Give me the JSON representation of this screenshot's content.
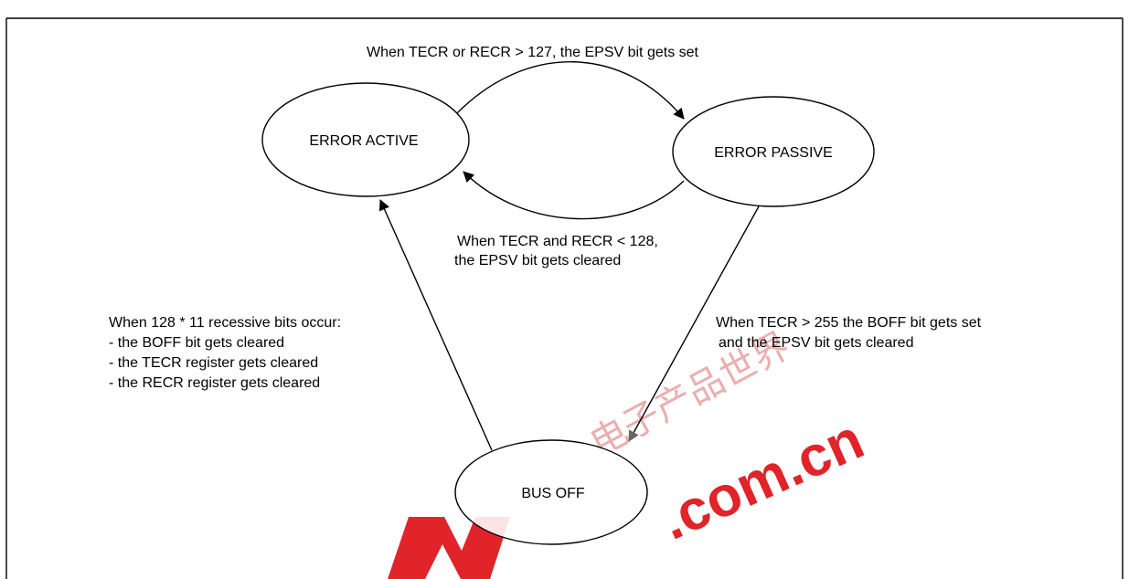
{
  "diagram": {
    "states": {
      "error_active": "ERROR ACTIVE",
      "error_passive": "ERROR PASSIVE",
      "bus_off": "BUS OFF"
    },
    "transitions": {
      "active_to_passive": "When TECR or RECR > 127, the EPSV bit gets set",
      "passive_to_active_line1": "When TECR and RECR < 128,",
      "passive_to_active_line2": "the EPSV bit gets cleared",
      "passive_to_busoff_line1": "When TECR > 255 the BOFF bit gets set",
      "passive_to_busoff_line2": "and the EPSV bit gets cleared",
      "busoff_to_active_line1": "When 128 * 11 recessive bits occur:",
      "busoff_to_active_line2": "- the BOFF bit gets cleared",
      "busoff_to_active_line3": "- the TECR register gets cleared",
      "busoff_to_active_line4": "- the RECR register gets cleared"
    }
  },
  "watermark": {
    "domain": ".com.cn",
    "chinese": "电子产品世界",
    "color": "#e0242a"
  }
}
